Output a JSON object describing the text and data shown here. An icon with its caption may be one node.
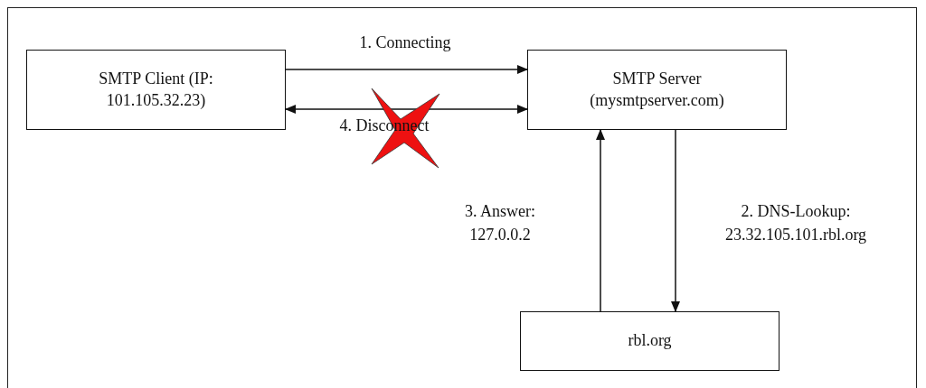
{
  "diagram": {
    "nodes": [
      {
        "text": [
          "SMTP Client (IP: 101.105.32.23)"
        ]
      },
      {
        "text": [
          "SMTP Server (mysmtpserver.com)"
        ]
      },
      {
        "text": [
          "rbl.org"
        ]
      }
    ],
    "edges": [
      {
        "from": 0,
        "to": 1,
        "arrow": "to",
        "label": "1. Connecting"
      },
      {
        "from": 1,
        "to": 2,
        "arrow": "to",
        "label": "2. DNS-Lookup: 23.32.105.101.rbl.org"
      },
      {
        "from": 2,
        "to": 1,
        "arrow": "to",
        "label": "3. Answer: 127.0.0.2"
      },
      {
        "from": 0,
        "to": 1,
        "arrow": "both",
        "label": "4. Disconnect"
      }
    ]
  }
}
